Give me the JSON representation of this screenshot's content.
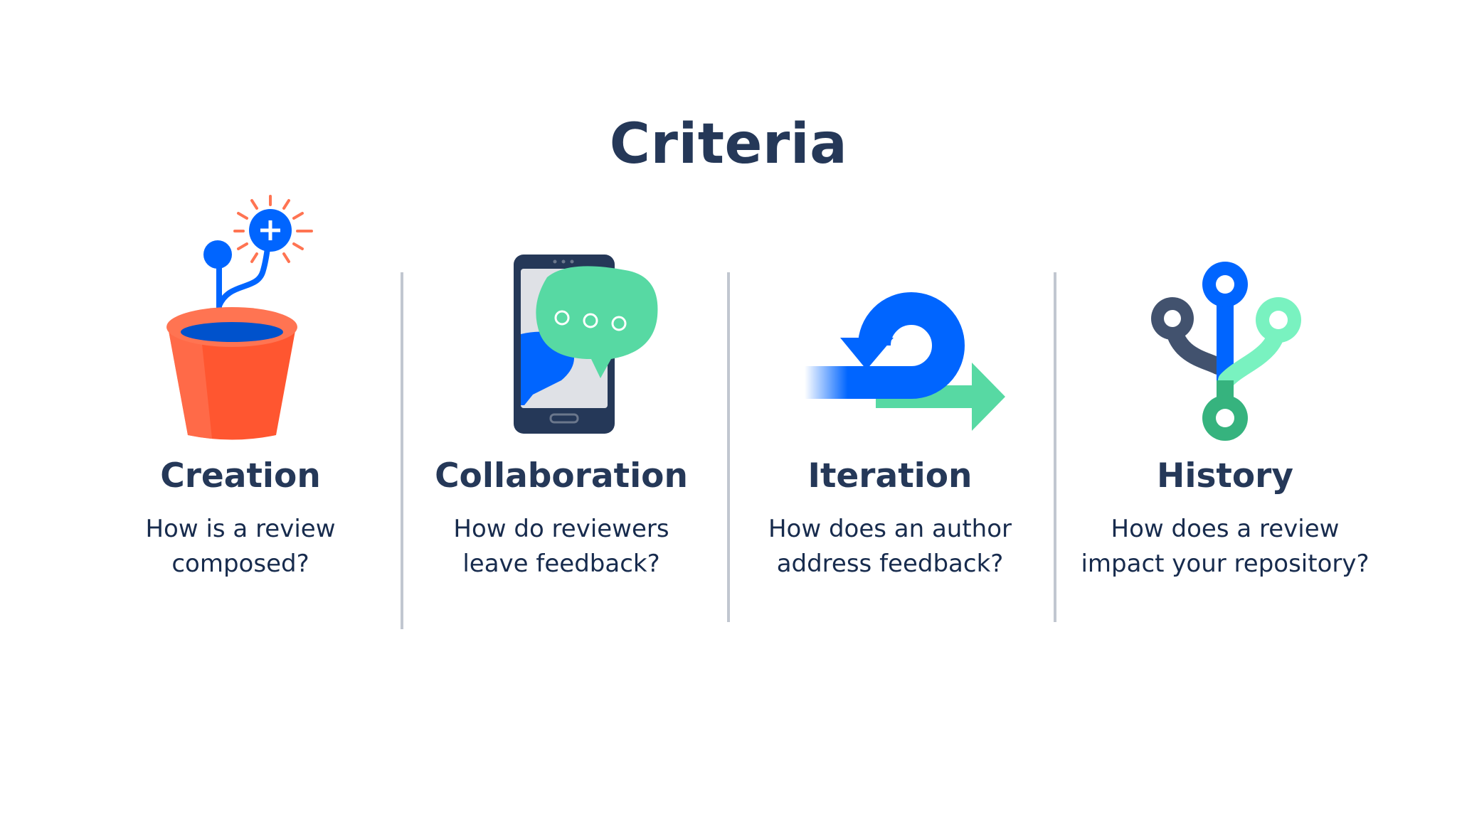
{
  "title": "Criteria",
  "criteria": [
    {
      "heading": "Creation",
      "line1": "How is a review",
      "line2": "composed?",
      "icon": "plant-pot-plus-icon"
    },
    {
      "heading": "Collaboration",
      "line1": "How do reviewers",
      "line2": "leave feedback?",
      "icon": "phone-chat-bubble-icon"
    },
    {
      "heading": "Iteration",
      "line1": "How does an author",
      "line2": "address feedback?",
      "icon": "loop-arrow-icon"
    },
    {
      "heading": "History",
      "line1": "How does a review",
      "line2": "impact your repository?",
      "icon": "branch-merge-icon"
    }
  ],
  "colors": {
    "navy": "#253858",
    "blue": "#0065ff",
    "green": "#57d9a3",
    "orange": "#ff7452",
    "divider": "#c1c7d0"
  }
}
